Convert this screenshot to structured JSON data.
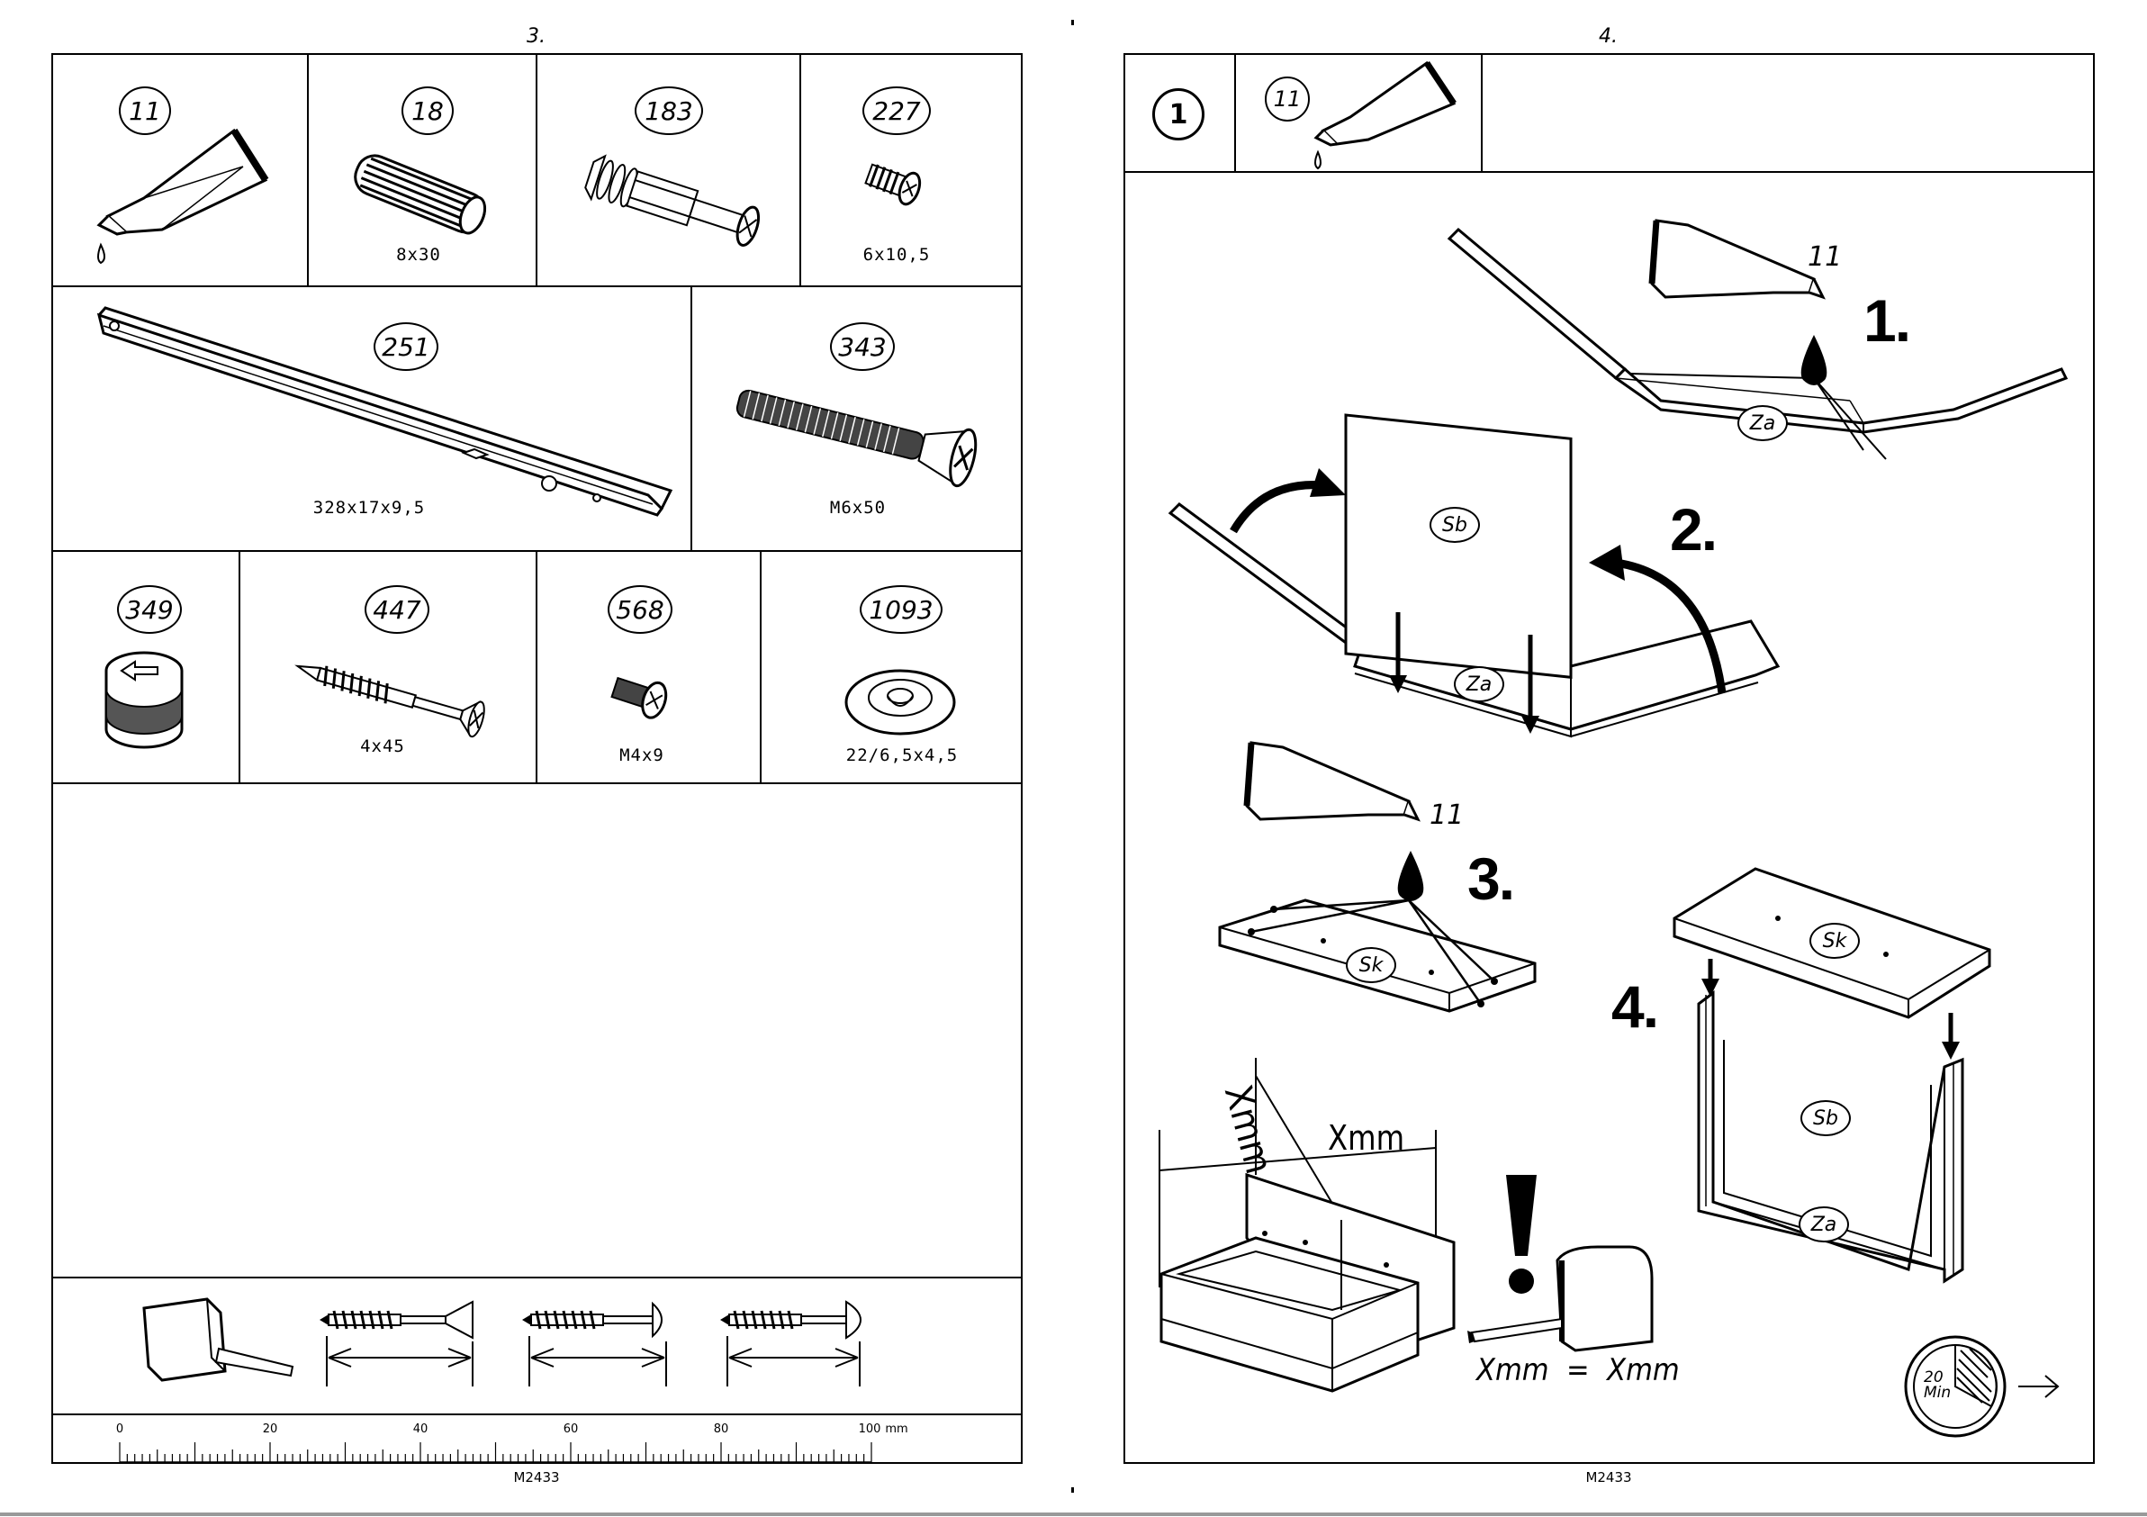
{
  "left_page": {
    "page_number": "3.",
    "parts": [
      {
        "number": "11",
        "size": ""
      },
      {
        "number": "18",
        "size": "8x30"
      },
      {
        "number": "183",
        "size": ""
      },
      {
        "number": "227",
        "size": "6x10,5"
      },
      {
        "number": "251",
        "size": "328x17x9,5"
      },
      {
        "number": "343",
        "size": "M6x50"
      },
      {
        "number": "349",
        "size": ""
      },
      {
        "number": "447",
        "size": "4x45"
      },
      {
        "number": "568",
        "size": "M4x9"
      },
      {
        "number": "1093",
        "size": "22/6,5x4,5"
      }
    ],
    "ruler": {
      "labels": [
        "0",
        "20",
        "40",
        "60",
        "80",
        "100"
      ],
      "unit": "mm"
    },
    "doc_code": "M2433"
  },
  "right_page": {
    "page_number": "4.",
    "step_box_number": "1",
    "glue_part_number": "11",
    "steps": [
      "1.",
      "2.",
      "3.",
      "4."
    ],
    "glue_labels": [
      "11",
      "11"
    ],
    "panel_labels": {
      "za_1": "Za",
      "sb_1": "Sb",
      "za_2": "Za",
      "sk_1": "Sk",
      "sk_2": "Sk",
      "sb_2": "Sb",
      "za_3": "Za"
    },
    "measure": {
      "diag_label": "Xmm",
      "top_label": "Xmm",
      "equation": "Xmm  =  Xmm"
    },
    "timer": {
      "value": "20",
      "unit": "Min"
    },
    "doc_code": "M2433"
  }
}
